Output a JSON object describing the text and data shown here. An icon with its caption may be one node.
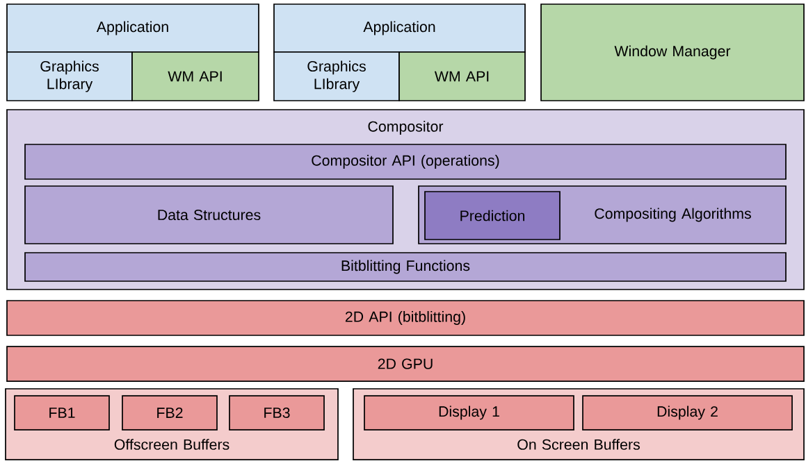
{
  "diagram": {
    "nodes": [
      {
        "text": [
          "Application"
        ]
      },
      {
        "text": [
          "Graphics LIbrary"
        ]
      },
      {
        "text": [
          "WM API"
        ]
      },
      {
        "text": [
          "Application"
        ]
      },
      {
        "text": [
          "Graphics LIbrary"
        ]
      },
      {
        "text": [
          "WM API"
        ]
      },
      {
        "text": [
          "Window Manager"
        ]
      },
      {
        "text": [
          "Compositor"
        ]
      },
      {
        "text": [
          "Compositor API (operations)"
        ],
        "in": 7
      },
      {
        "text": [
          "Data Structures"
        ],
        "in": 7
      },
      {
        "text": [
          "Compositing Algorithms"
        ],
        "in": 7
      },
      {
        "text": [
          "Prediction"
        ],
        "in": 10
      },
      {
        "text": [
          "Bitblitting Functions"
        ],
        "in": 7
      },
      {
        "text": [
          "2D API (bitblitting)"
        ]
      },
      {
        "text": [
          "2D GPU"
        ]
      },
      {
        "text": [
          "Offscreen Buffers"
        ]
      },
      {
        "text": [
          "FB1"
        ],
        "in": 15
      },
      {
        "text": [
          "FB2"
        ],
        "in": 15
      },
      {
        "text": [
          "FB3"
        ],
        "in": 15
      },
      {
        "text": [
          "On Screen Buffers"
        ]
      },
      {
        "text": [
          "Display 1"
        ],
        "in": 19
      },
      {
        "text": [
          "Display 2"
        ],
        "in": 19
      }
    ],
    "edges": []
  }
}
